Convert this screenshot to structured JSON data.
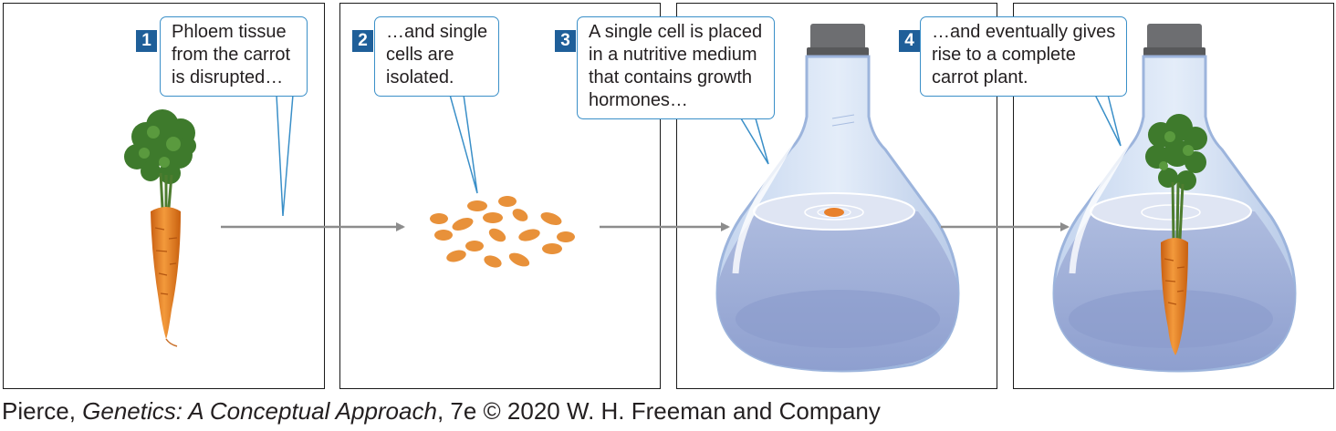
{
  "steps": [
    {
      "number": "1",
      "text": "Phloem tissue\nfrom the carrot\nis disrupted…"
    },
    {
      "number": "2",
      "text": "…and single\ncells are\nisolated."
    },
    {
      "number": "3",
      "text": "A single cell is placed\nin a nutritive medium\nthat contains growth\nhormones…"
    },
    {
      "number": "4",
      "text": "…and eventually gives\nrise to a complete\ncarrot plant."
    }
  ],
  "credit": {
    "author": "Pierce, ",
    "book_title": "Genetics: A Conceptual Approach",
    "rest": ", 7e © 2020 W. H. Freeman and Company"
  },
  "colors": {
    "callout_border": "#3a8fc8",
    "number_badge": "#1f5f99",
    "arrow": "#8c8c8c",
    "carrot": "#e8802a",
    "cell": "#e8913a",
    "leaves": "#3e7a2c",
    "flask_liquid": "#9fb0d8",
    "flask_glass": "#d7e4f5"
  }
}
